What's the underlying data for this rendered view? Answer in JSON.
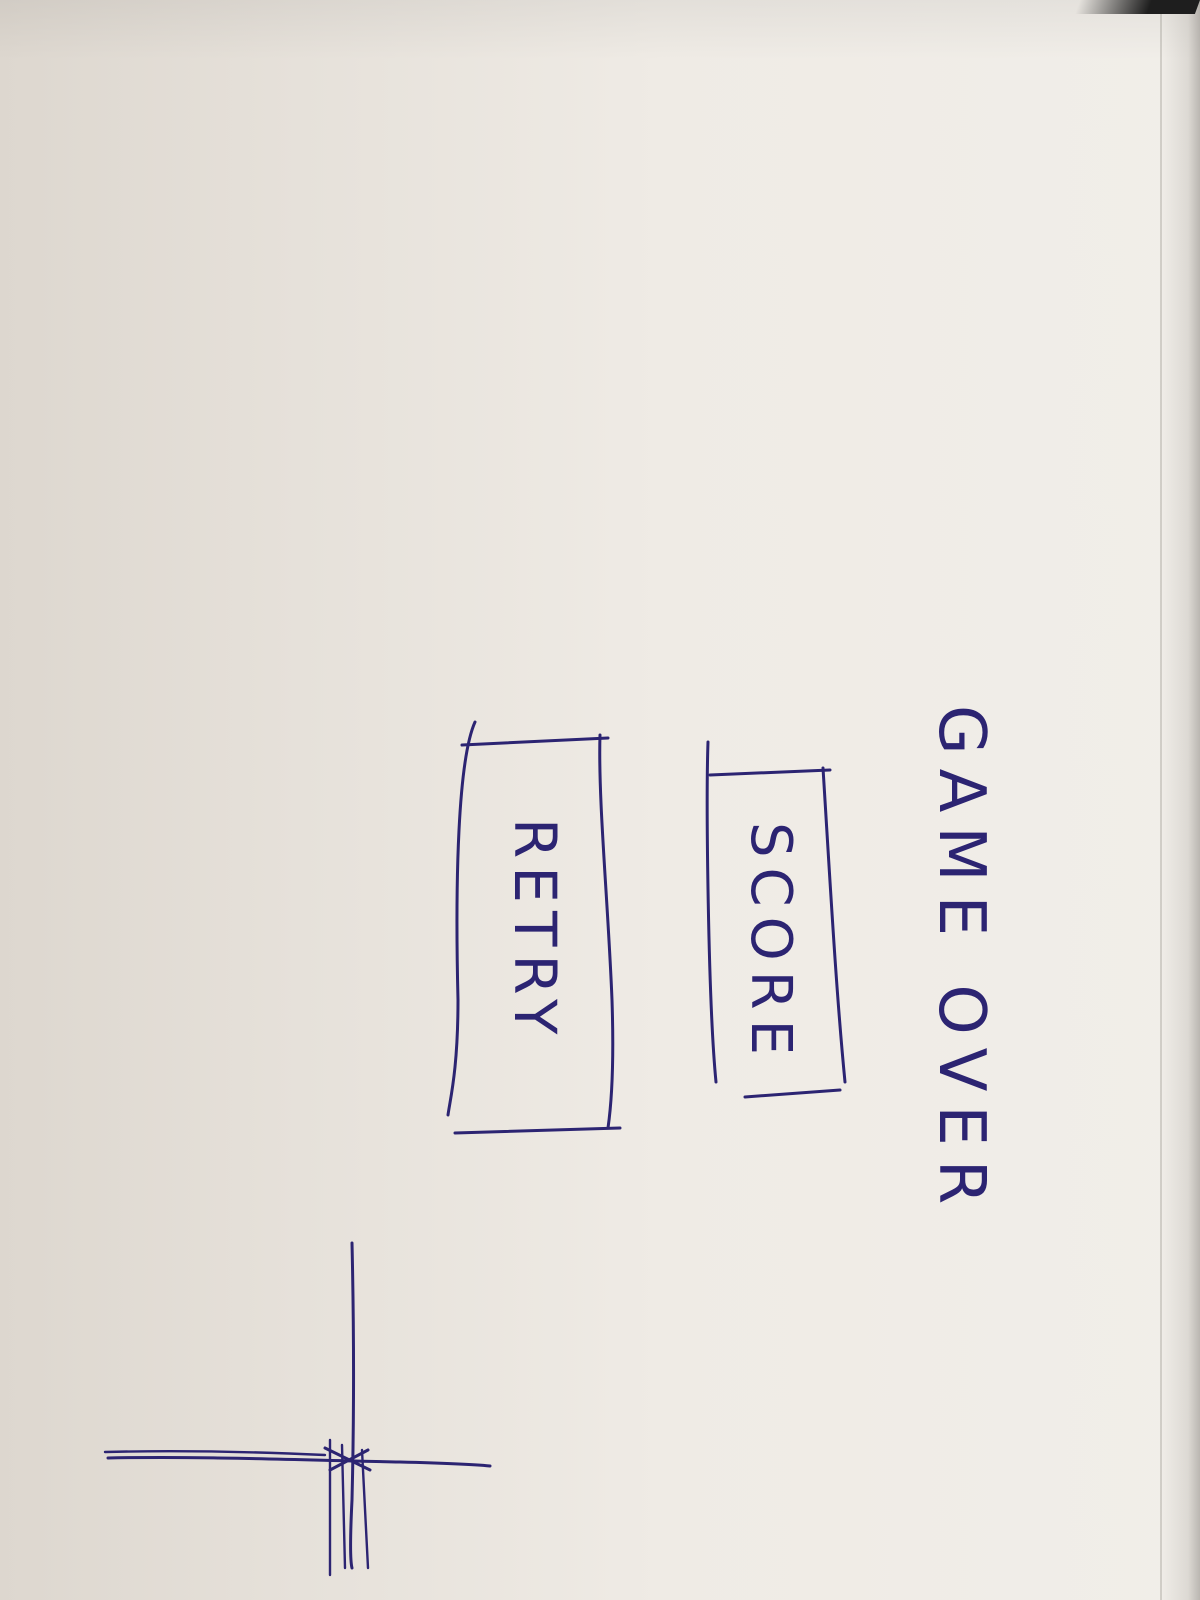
{
  "screen": {
    "title": "GAME OVER"
  },
  "buttons": {
    "score_label": "SCORE",
    "retry_label": "RETRY"
  },
  "colors": {
    "ink": "#2c2472",
    "paper": "#efebe5"
  },
  "icons": {
    "control": "crosshair-icon"
  }
}
